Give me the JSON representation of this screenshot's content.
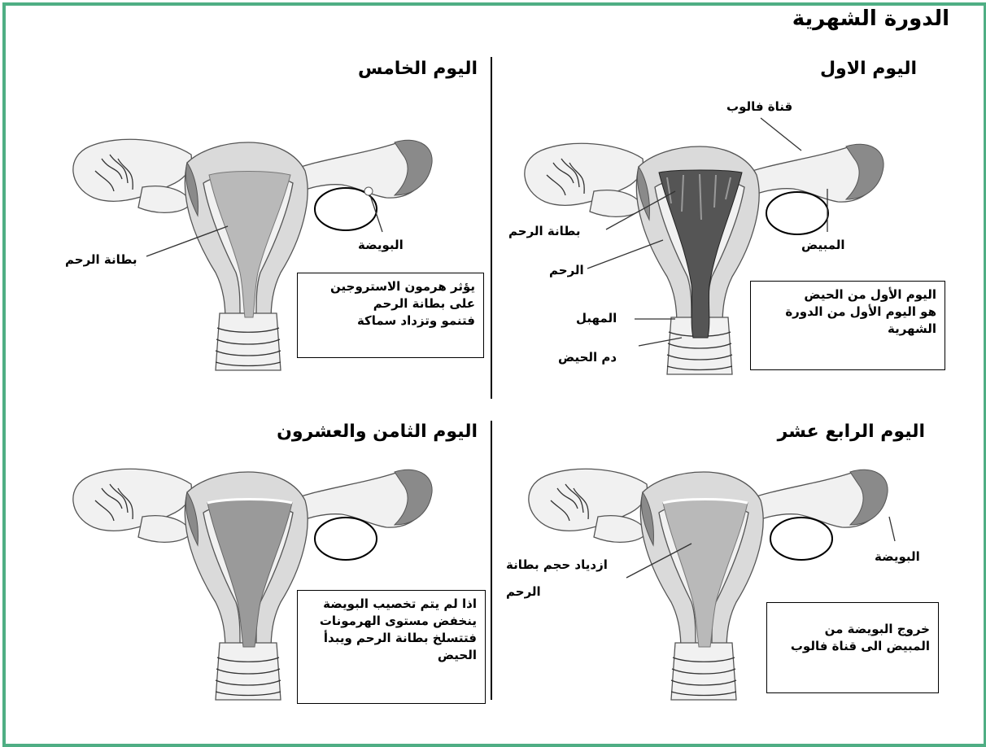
{
  "title": "الدورة الشهرية",
  "panels": {
    "day1": {
      "heading": "اليوم الاول",
      "labels": {
        "fallopian_tube": "قناة فالوب",
        "endometrium": "بطانة الرحم",
        "uterus": "الرحم",
        "ovary": "المبيض",
        "vagina": "المهبل",
        "menstrual_blood": "دم الحيض"
      },
      "note": [
        "اليوم الأول من الحيض",
        "هو اليوم الأول من الدورة",
        "الشهرية"
      ]
    },
    "day5": {
      "heading": "اليوم الخامس",
      "labels": {
        "egg": "البويضة",
        "endometrium": "بطانة الرحم"
      },
      "note": [
        "يؤثر هرمون الاستروجين",
        "على بطانة الرحم",
        "فتنمو وتزداد سماكة"
      ]
    },
    "day14": {
      "heading": "اليوم الرابع عشر",
      "labels": {
        "egg": "البويضة",
        "thickening": [
          "ازدياد حجم بطانة",
          "الرحم"
        ]
      },
      "note": [
        "خروج البويضة من",
        "المبيض الى قناة فالوب"
      ]
    },
    "day28": {
      "heading": "اليوم الثامن والعشرون",
      "note": [
        "اذا لم يتم تخصيب البويضة",
        "ينخفض مستوى الهرمونات",
        "فتتسلخ بطانة الرحم ويبدأ",
        "الحيض"
      ]
    }
  },
  "colors": {
    "frame": "#4fae84",
    "tissue": "#f1f1f1",
    "muscle": "#dadada",
    "lining": "#b9b9b9",
    "blood": "#555555",
    "tube_dark": "#8a8a8a"
  }
}
